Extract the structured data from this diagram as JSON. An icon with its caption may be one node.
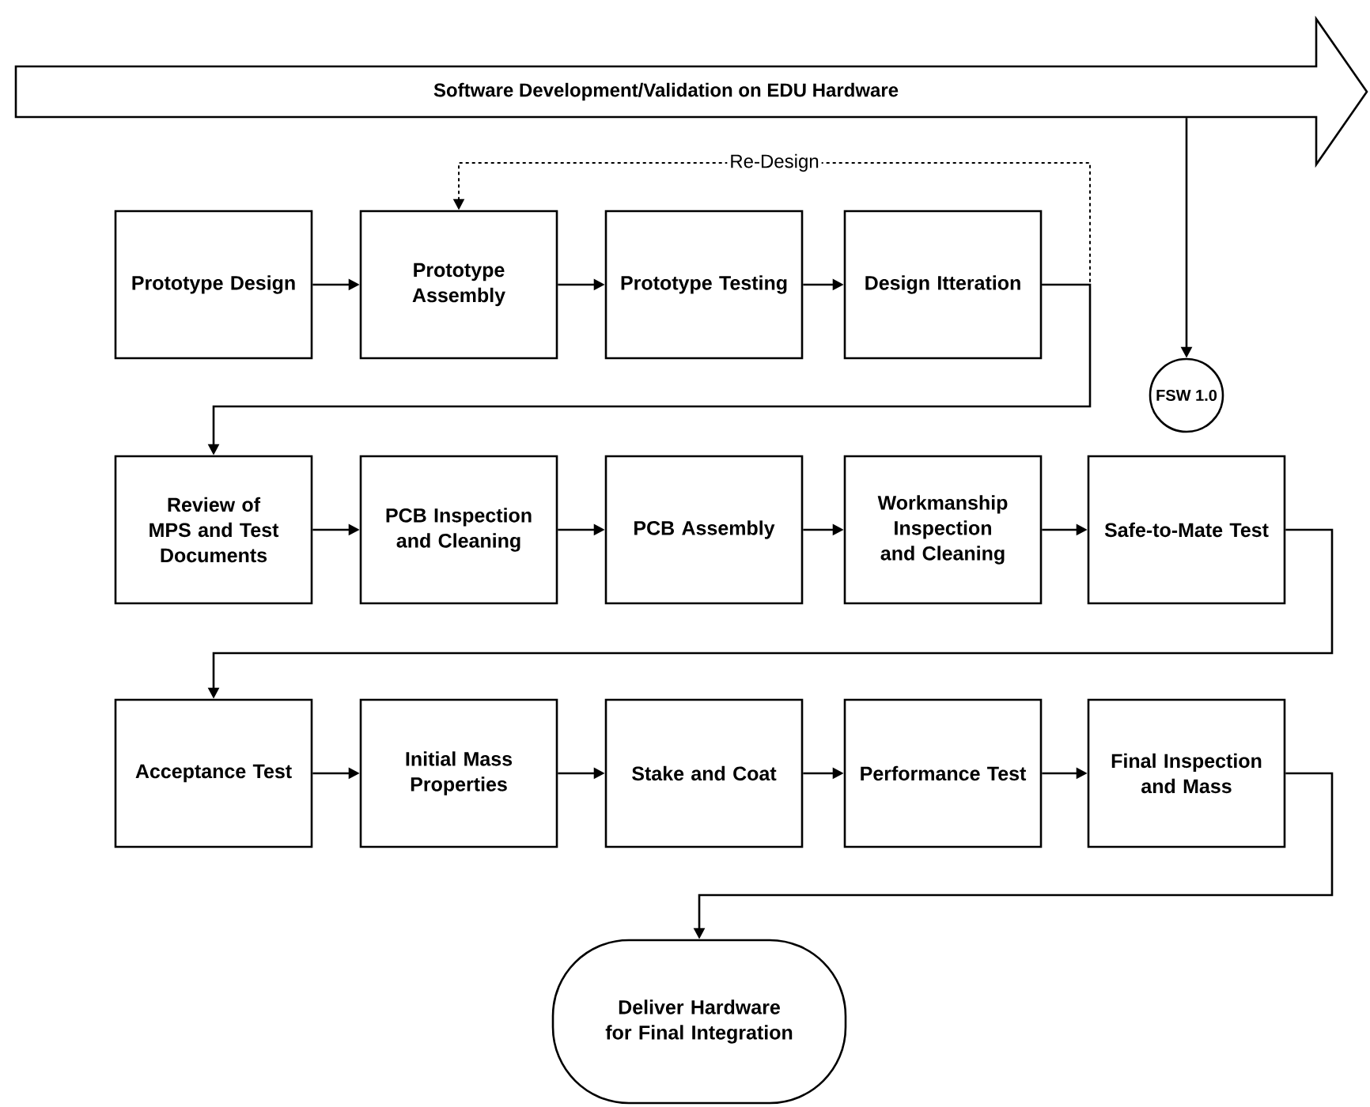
{
  "diagram": {
    "nodes": [
      {
        "text": [
          "Software Development/Validation on EDU Hardware"
        ]
      },
      {
        "text": [
          "Prototype Design"
        ]
      },
      {
        "text": [
          "Prototype Assembly"
        ]
      },
      {
        "text": [
          "Prototype Testing"
        ]
      },
      {
        "text": [
          "Design Itteration"
        ]
      },
      {
        "text": [
          "FSW 1.0"
        ]
      },
      {
        "text": [
          "Review of MPS and Test Documents"
        ]
      },
      {
        "text": [
          "PCB Inspection and Cleaning"
        ]
      },
      {
        "text": [
          "PCB Assembly"
        ]
      },
      {
        "text": [
          "Workmanship Inspection and Cleaning"
        ]
      },
      {
        "text": [
          "Safe-to-Mate Test"
        ]
      },
      {
        "text": [
          "Acceptance Test"
        ]
      },
      {
        "text": [
          "Initial Mass Properties"
        ]
      },
      {
        "text": [
          "Stake and Coat"
        ]
      },
      {
        "text": [
          "Performance Test"
        ]
      },
      {
        "text": [
          "Final Inspection and Mass"
        ]
      },
      {
        "text": [
          "Deliver Hardware for Final Integration"
        ]
      }
    ],
    "edges": [
      {
        "from": 1,
        "to": 2,
        "arrow": "to"
      },
      {
        "from": 2,
        "to": 3,
        "arrow": "to"
      },
      {
        "from": 3,
        "to": 4,
        "arrow": "to"
      },
      {
        "from": 4,
        "to": 2,
        "arrow": "to",
        "style": "dashed",
        "label": "Re-Design"
      },
      {
        "from": 0,
        "to": 5,
        "arrow": "to"
      },
      {
        "from": 4,
        "to": 6,
        "arrow": "to"
      },
      {
        "from": 6,
        "to": 7,
        "arrow": "to"
      },
      {
        "from": 7,
        "to": 8,
        "arrow": "to"
      },
      {
        "from": 8,
        "to": 9,
        "arrow": "to"
      },
      {
        "from": 9,
        "to": 10,
        "arrow": "to"
      },
      {
        "from": 10,
        "to": 11,
        "arrow": "to"
      },
      {
        "from": 11,
        "to": 12,
        "arrow": "to"
      },
      {
        "from": 12,
        "to": 13,
        "arrow": "to"
      },
      {
        "from": 13,
        "to": 14,
        "arrow": "to"
      },
      {
        "from": 14,
        "to": 15,
        "arrow": "to"
      },
      {
        "from": 15,
        "to": 16,
        "arrow": "to"
      }
    ]
  }
}
